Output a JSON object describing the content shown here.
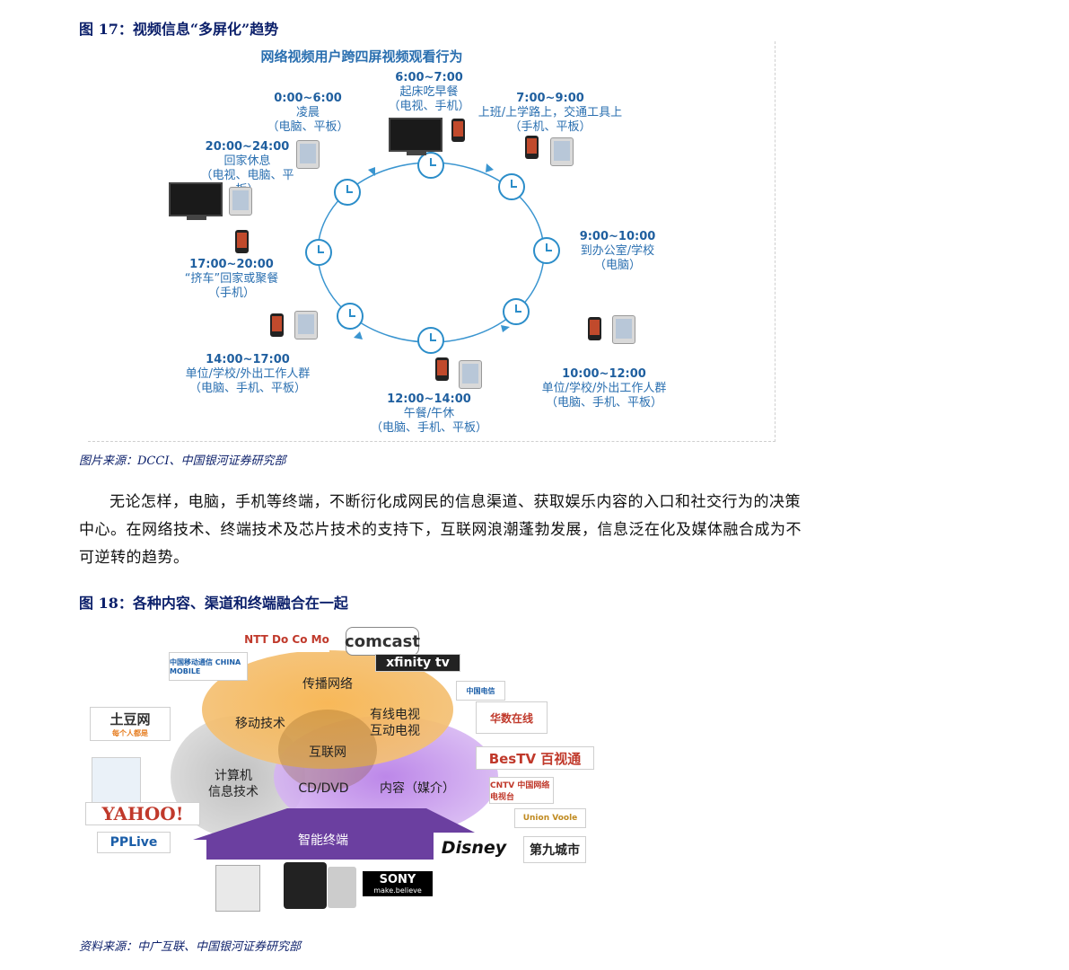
{
  "fig17": {
    "title": "图 17：视频信息“多屏化”趋势",
    "header": "网络视频用户跨四屏视频观看行为",
    "slots": [
      {
        "time": "0:00~6:00",
        "desc": "凌晨",
        "devices": "（电脑、平板）"
      },
      {
        "time": "6:00~7:00",
        "desc": "起床吃早餐",
        "devices": "（电视、手机）"
      },
      {
        "time": "7:00~9:00",
        "desc": "上班/上学路上，交通工具上",
        "devices": "（手机、平板）"
      },
      {
        "time": "20:00~24:00",
        "desc": "回家休息",
        "devices": "（电视、电脑、平板）"
      },
      {
        "time": "9:00~10:00",
        "desc": "到办公室/学校",
        "devices": "（电脑）"
      },
      {
        "time": "17:00~20:00",
        "desc": "“挤车”回家或聚餐",
        "devices": "（手机）"
      },
      {
        "time": "14:00~17:00",
        "desc": "单位/学校/外出工作人群",
        "devices": "（电脑、手机、平板）"
      },
      {
        "time": "10:00~12:00",
        "desc": "单位/学校/外出工作人群",
        "devices": "（电脑、手机、平板）"
      },
      {
        "time": "12:00~14:00",
        "desc": "午餐/午休",
        "devices": "（电脑、手机、平板）"
      }
    ],
    "device_icons": [
      "tv-icon",
      "laptop-icon",
      "phone-icon",
      "tablet-icon",
      "clock-icon"
    ],
    "source": "图片来源：DCCI、中国银河证券研究部"
  },
  "paragraph": "无论怎样，电脑，手机等终端，不断衍化成网民的信息渠道、获取娱乐内容的入口和社交行为的决策中心。在网络技术、终端技术及芯片技术的支持下，互联网浪潮蓬勃发展，信息泛在化及媒体融合成为不可逆转的趋势。",
  "fig18": {
    "title": "图 18：各种内容、渠道和终端融合在一起",
    "circles": {
      "top": "传播网络",
      "mobile": "移动技术",
      "cable": "有线电视\n互动电视",
      "internet": "互联网",
      "computer": "计算机\n信息技术",
      "cd": "CD/DVD",
      "content": "内容（媒介）",
      "terminal": "智能终端"
    },
    "logos": {
      "docomo": "NTT Do Co Mo",
      "comcast": "comcast",
      "xfinity": "xfinity tv",
      "china_mobile": "中国移动通信 CHINA MOBILE",
      "china_telecom": "中国电信",
      "tudou": "土豆网",
      "tudou_sub": "每个人都是",
      "wasu": "华数在线",
      "bestv": "BesTV 百视通",
      "cntv": "CNTV 中国网络电视台",
      "yahoo": "YAHOO!",
      "unionvoole": "Union Voole",
      "pplive": "PPLive",
      "disney": "Disney",
      "the9": "第九城市",
      "sony": "SONY",
      "sony_sub": "make.believe"
    },
    "source": "资料来源：中广互联、中国银河证券研究部"
  }
}
